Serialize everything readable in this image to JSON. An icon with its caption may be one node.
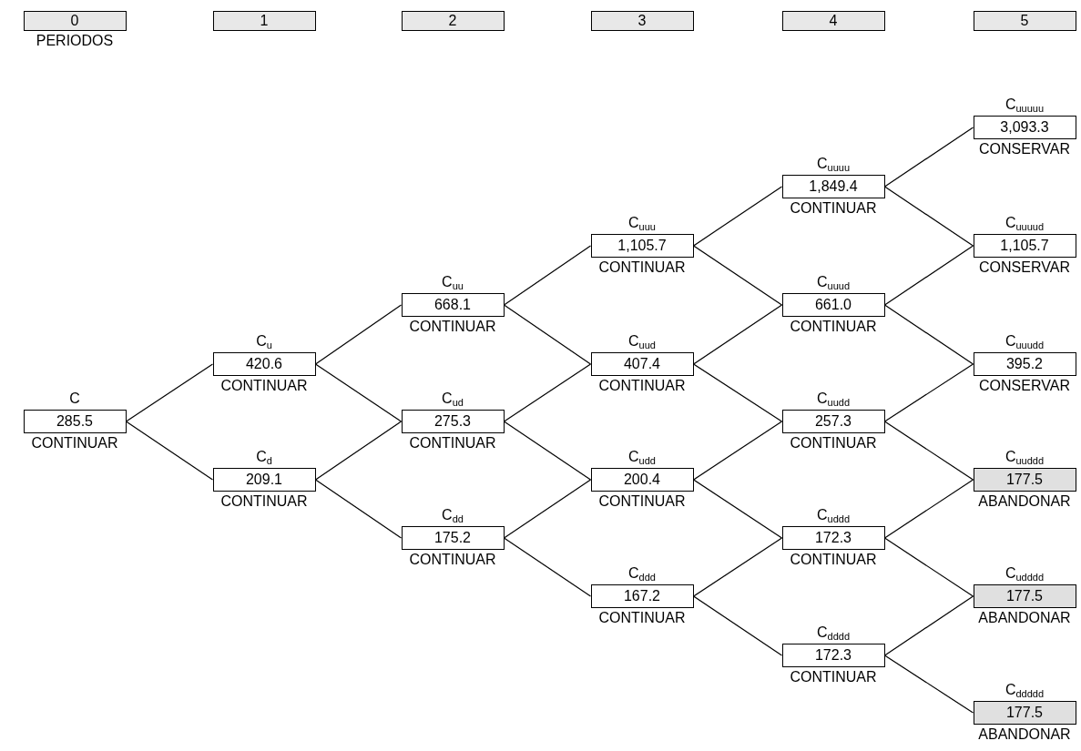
{
  "diagram": {
    "nodes": [
      {
        "text": [
          "0"
        ],
        "beside": [
          "PERIODOS"
        ]
      },
      {
        "text": [
          "1"
        ]
      },
      {
        "text": [
          "2"
        ]
      },
      {
        "text": [
          "3"
        ]
      },
      {
        "text": [
          "4"
        ]
      },
      {
        "text": [
          "5"
        ]
      },
      {
        "text": [
          "C",
          "285.5"
        ],
        "beside": [
          "CONTINUAR"
        ]
      },
      {
        "text": [
          "C$_{u}$",
          "420.6"
        ],
        "beside": [
          "CONTINUAR"
        ]
      },
      {
        "text": [
          "C$_{d}$",
          "209.1"
        ],
        "beside": [
          "CONTINUAR"
        ]
      },
      {
        "text": [
          "C$_{uu}$",
          "668.1"
        ],
        "beside": [
          "CONTINUAR"
        ]
      },
      {
        "text": [
          "C$_{ud}$",
          "275.3"
        ],
        "beside": [
          "CONTINUAR"
        ]
      },
      {
        "text": [
          "C$_{dd}$",
          "175.2"
        ],
        "beside": [
          "CONTINUAR"
        ]
      },
      {
        "text": [
          "C$_{uuu}$",
          "1,105.7"
        ],
        "beside": [
          "CONTINUAR"
        ]
      },
      {
        "text": [
          "C$_{uud}$",
          "407.4"
        ],
        "beside": [
          "CONTINUAR"
        ]
      },
      {
        "text": [
          "C$_{udd}$",
          "200.4"
        ],
        "beside": [
          "CONTINUAR"
        ]
      },
      {
        "text": [
          "C$_{ddd}$",
          "167.2"
        ],
        "beside": [
          "CONTINUAR"
        ]
      },
      {
        "text": [
          "C$_{uuuu}$",
          "1,849.4"
        ],
        "beside": [
          "CONTINUAR"
        ]
      },
      {
        "text": [
          "C$_{uuud}$",
          "661.0"
        ],
        "beside": [
          "CONTINUAR"
        ]
      },
      {
        "text": [
          "C$_{uudd}$",
          "257.3"
        ],
        "beside": [
          "CONTINUAR"
        ]
      },
      {
        "text": [
          "C$_{uddd}$",
          "172.3"
        ],
        "beside": [
          "CONTINUAR"
        ]
      },
      {
        "text": [
          "C$_{dddd}$",
          "172.3"
        ],
        "beside": [
          "CONTINUAR"
        ]
      },
      {
        "text": [
          "C$_{uuuuu}$",
          "3,093.3"
        ],
        "beside": [
          "CONSERVAR"
        ]
      },
      {
        "text": [
          "C$_{uuuud}$",
          "1,105.7"
        ],
        "beside": [
          "CONSERVAR"
        ]
      },
      {
        "text": [
          "C$_{uuudd}$",
          "395.2"
        ],
        "beside": [
          "CONSERVAR"
        ]
      },
      {
        "text": [
          "C$_{uuddd}$",
          "177.5"
        ],
        "beside": [
          "ABANDONAR"
        ]
      },
      {
        "text": [
          "C$_{udddd}$",
          "177.5"
        ],
        "beside": [
          "ABANDONAR"
        ]
      },
      {
        "text": [
          "C$_{ddddd}$",
          "177.5"
        ],
        "beside": [
          "ABANDONAR"
        ]
      }
    ],
    "edges": [
      {
        "from": 6,
        "to": 7,
        "arrow": "none"
      },
      {
        "from": 6,
        "to": 8,
        "arrow": "none"
      },
      {
        "from": 7,
        "to": 9,
        "arrow": "none"
      },
      {
        "from": 7,
        "to": 10,
        "arrow": "none"
      },
      {
        "from": 8,
        "to": 10,
        "arrow": "none"
      },
      {
        "from": 8,
        "to": 11,
        "arrow": "none"
      },
      {
        "from": 9,
        "to": 12,
        "arrow": "none"
      },
      {
        "from": 9,
        "to": 13,
        "arrow": "none"
      },
      {
        "from": 10,
        "to": 13,
        "arrow": "none"
      },
      {
        "from": 10,
        "to": 14,
        "arrow": "none"
      },
      {
        "from": 11,
        "to": 14,
        "arrow": "none"
      },
      {
        "from": 11,
        "to": 15,
        "arrow": "none"
      },
      {
        "from": 12,
        "to": 16,
        "arrow": "none"
      },
      {
        "from": 12,
        "to": 17,
        "arrow": "none"
      },
      {
        "from": 13,
        "to": 17,
        "arrow": "none"
      },
      {
        "from": 13,
        "to": 18,
        "arrow": "none"
      },
      {
        "from": 14,
        "to": 18,
        "arrow": "none"
      },
      {
        "from": 14,
        "to": 19,
        "arrow": "none"
      },
      {
        "from": 15,
        "to": 19,
        "arrow": "none"
      },
      {
        "from": 15,
        "to": 20,
        "arrow": "none"
      },
      {
        "from": 16,
        "to": 21,
        "arrow": "none"
      },
      {
        "from": 16,
        "to": 22,
        "arrow": "none"
      },
      {
        "from": 17,
        "to": 22,
        "arrow": "none"
      },
      {
        "from": 17,
        "to": 23,
        "arrow": "none"
      },
      {
        "from": 18,
        "to": 23,
        "arrow": "none"
      },
      {
        "from": 18,
        "to": 24,
        "arrow": "none"
      },
      {
        "from": 19,
        "to": 24,
        "arrow": "none"
      },
      {
        "from": 19,
        "to": 25,
        "arrow": "none"
      },
      {
        "from": 20,
        "to": 25,
        "arrow": "none"
      },
      {
        "from": 20,
        "to": 26,
        "arrow": "none"
      }
    ]
  }
}
